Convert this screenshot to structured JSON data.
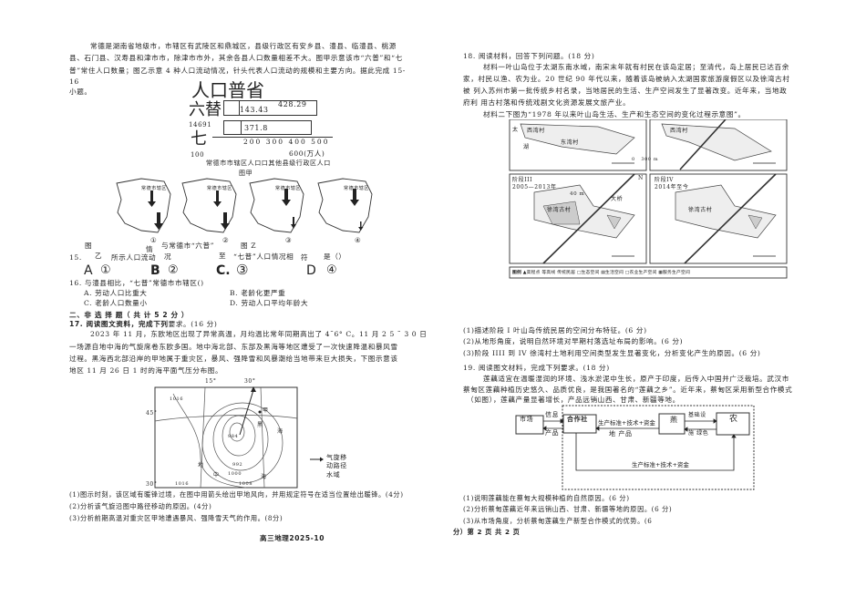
{
  "left": {
    "intro": [
      "常德是湖南省地级市，市辖区有武陵区和鼎城区，县级行政区有安乡县、澧县、临澧县、桃源",
      "县、石门县、汉寿县和津市市，除津市市外，其余各县人口数量相差不大。图甲示意该市“六普”和“七",
      "普”常住人口数量；图乙示意 4 种人口流动情况，针头代表人口流动的规模和主要方向。据此完成 15-",
      "16",
      "小题。"
    ],
    "fig_jia": {
      "title_big": "人口普省",
      "row1_label": "六替",
      "row1_value_a": "143.43",
      "row1_value_b": "428.29",
      "row1_side": "14691",
      "row2_value": "371.8",
      "row2_label": "七",
      "ticks": [
        "200",
        "300",
        "400",
        "500"
      ],
      "axis_start": "100",
      "axis_end": "600(万人)",
      "legend": "常德市市辖区人口口其他县级行政区人口",
      "caption": "图甲"
    },
    "fig_yi": {
      "map_label": "常德市辖区",
      "markers": [
        "①",
        "②",
        "③",
        "④"
      ],
      "caption_parts": [
        "图",
        "情",
        "与常德市“六普”",
        "图 Z",
        "乙",
        "况",
        "至"
      ]
    },
    "q15": {
      "num": "15.",
      "text": "所示人口流动",
      "text2": "“七普”人口情况相",
      "text3": "符",
      "text4": "是（）",
      "options": [
        {
          "letter": "A",
          "value": "①"
        },
        {
          "letter": "B",
          "value": "②"
        },
        {
          "letter": "C.",
          "value": "③"
        },
        {
          "letter": "D",
          "value": "④"
        }
      ]
    },
    "q16": {
      "stem": "16.   与澧县相比，“七普”常德市市辖区()",
      "options": [
        "A.    劳动人口比重大",
        "B.    老龄化更严重",
        "C.    老龄人口数量小",
        "D.    劳动人口平均年龄大"
      ]
    },
    "section2": "二、非 选 择 题（ 共 计 5 2 分 ）",
    "q17": {
      "stem_bold": "17.   阅读图文资料，完成下列",
      "stem_rest": "要求。(16 分)",
      "text": [
        "2023 年 11 月，东欧地区出现了异常高温，月均温比常年同期高出了 4˜6° C。11 月 2 5 ˜ 3 0 日",
        "一场源自地中海的气旋席卷东欧多国。地中海北部、东部及黑海等地区遭受了一次快速降温和暴风雪",
        "过程。黑海西北部沿岸的甲地属于重灾区，暴风、强降雪和风暴潮给当地带来巨大损失，下图示意该",
        "地区 11 月 26 日 1 时的海平面气压分布图。"
      ],
      "map": {
        "lon_labels": [
          "15°",
          "30°"
        ],
        "lat_labels": [
          "45°",
          "30°"
        ],
        "isobars": [
          "1016",
          "1016",
          "984",
          "992",
          "1000",
          "1008"
        ],
        "place_labels": [
          "甲",
          "黑",
          "海",
          "地",
          "中",
          "海"
        ],
        "legend": [
          "气旋移",
          "动路径",
          "水域"
        ]
      },
      "questions": [
        "(1)图示时刻，该区域有暖锋过境，在图中用箭头绘出甲地风向，并用规定符号在适当位置绘出暖锋。(4分)",
        "(2)分析该气旋沿图中路径移动的原因。(4分)",
        "(3)分析前期高温对重灾区甲地遭遇暴风、强降雪天气的作用。(8分)"
      ]
    }
  },
  "right": {
    "q18": {
      "stem": "18.   阅读材料，回答下列问题。(18 分)",
      "text": [
        "材料一叶山岛位于太湖东南水域，南宋末年就有村民在该岛定居；至清代，岛上居民已达百余",
        "家，村民以渔、农为业。20 世纪 90 年代以来，随着该岛被纳入太湖国家旅游度假区以及徐湾古村",
        "被 列入苏州市第一批传统乡村名录，当地居民的生活、生产空间发生了显著改变。近年来，当地政",
        "府利 用古村落和传统戏剧文化资源发展文旅产业。",
        "材料二下图为“1978 年以来叶山岛生活、生产和生态空间的变化过程示意图”。"
      ],
      "map": {
        "stage3": "阶段III",
        "stage3_years": "2005—2013年",
        "stage4": "阶段IV",
        "stage4_years": "2014年至今",
        "villages": [
          "西湾村",
          "东湾村",
          "西湾村",
          "徐湾古村",
          "徐湾古村"
        ],
        "lake": [
          "太",
          "湖"
        ],
        "bridge": "大桥",
        "elevation": "40 m",
        "scale": [
          "0",
          "300 m"
        ],
        "north": "N",
        "legend": [
          "图例",
          "▲高程点",
          "等高线",
          "传统民居",
          "生态空间",
          "生活空间",
          "农业生产空间",
          "服务生产空间"
        ]
      },
      "questions": [
        "(1)描述阶段 I 叶山岛传统民居的空间分布特征。(6 分)",
        "(2)从地形角度，说明自然环境对早期村落选址布局的影响。(6 分)",
        "(3)阶段 IIII 到 IV 徐湾村土地利用空间类型发生显著变化，分析变化产生的原因。(6 分)"
      ]
    },
    "q19": {
      "stem": "19.   阅读图文材料，完成下列要求。(18 分)",
      "text": [
        "莲藕适宜在温暖湿润的环境、浅水淤泥中生长，原产于印度，后传入中国并广泛栽培。武汉市",
        "蔡甸区莲藕种植历史悠久、品质优良，是我国著名的“莲藕之乡”。近年来，蔡甸区采用新型合作模式",
        "（如图），莲藕产量显著增长，产品远销山西、甘肃、新疆等地。"
      ],
      "diagram": {
        "market": "市场",
        "info": "信息",
        "product": "产品",
        "coop": "合作社",
        "top_arrow": "生产标准+技术+资金",
        "base": "燕",
        "base_product": "地  产品",
        "farmer": "农",
        "farmer_top": "基础设",
        "farmer_bottom": "施  绿色",
        "bottom_arrow": "生产标准+技术+资金"
      },
      "questions": [
        "(1)说明莲藕能在蔡甸大规模种植的自然原因。(6 分)",
        "(2)分析蔡甸莲藕近年来远销山西、甘肃、新疆等地的原因。(6 分)",
        "(3)从市场角度，分析蔡甸莲藕生产新型合作模式的优势。(6",
        "分）第 2 页 共 2 页"
      ]
    }
  },
  "footer": "高三地理2025-10"
}
